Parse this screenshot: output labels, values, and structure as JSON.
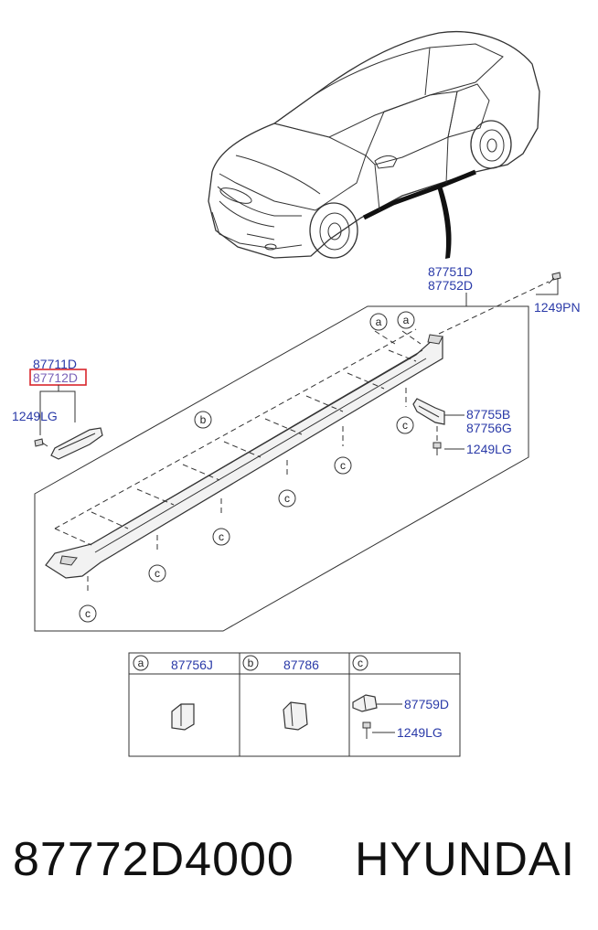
{
  "labels": {
    "p87751D": "87751D",
    "p87752D": "87752D",
    "p1249PN": "1249PN",
    "p87711D": "87711D",
    "p87712D": "87712D",
    "p1249LG_left": "1249LG",
    "p87755B": "87755B",
    "p87756G": "87756G",
    "p1249LG_right": "1249LG"
  },
  "refs": {
    "a": "a",
    "b": "b",
    "c": "c"
  },
  "legend": {
    "col_a": {
      "ref": "a",
      "part": "87756J"
    },
    "col_b": {
      "ref": "b",
      "part": "87786"
    },
    "col_c": {
      "ref": "c",
      "parts": [
        "87759D",
        "1249LG"
      ]
    }
  },
  "footer": {
    "part_number": "87772D4000",
    "brand": "HYUNDAI"
  },
  "colors": {
    "label_blue": "#2a3aa8",
    "highlight_red": "#d8262c",
    "highlight_text": "#7a62b8"
  }
}
